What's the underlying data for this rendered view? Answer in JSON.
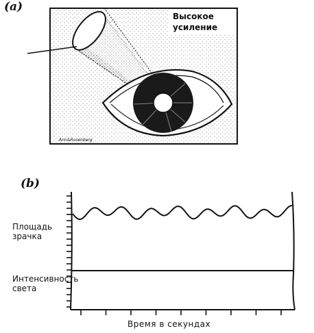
{
  "panel_a": {
    "label": "(a)",
    "caption": "Высокое усиление",
    "caption_lines": [
      "Высокое",
      "усиление"
    ],
    "signature": "Ann&Rosenberg"
  },
  "panel_b": {
    "label": "(b)",
    "pupil_label_lines": [
      "Площадь",
      "зрачка"
    ],
    "light_label_lines": [
      "Интенсивность",
      "света"
    ],
    "x_label": "Время в секундах"
  }
}
